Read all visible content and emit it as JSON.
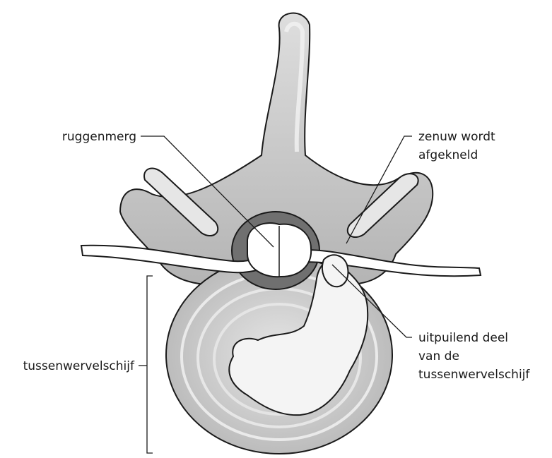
{
  "labels": {
    "spinal_cord": "ruggenmerg",
    "pinched_nerve_line1": "zenuw wordt",
    "pinched_nerve_line2": "afgekneld",
    "disc": "tussenwervelschijf",
    "herniation_line1": "uitpuilend deel",
    "herniation_line2": "van de",
    "herniation_line3": "tussenwervelschijf"
  },
  "colors": {
    "bone": "#d4d4d4",
    "bone_shadow": "#9a9a9a",
    "canal": "#707070",
    "nerve": "#ffffff",
    "outline": "#1a1a1a",
    "nucleus": "#f4f4f4"
  }
}
